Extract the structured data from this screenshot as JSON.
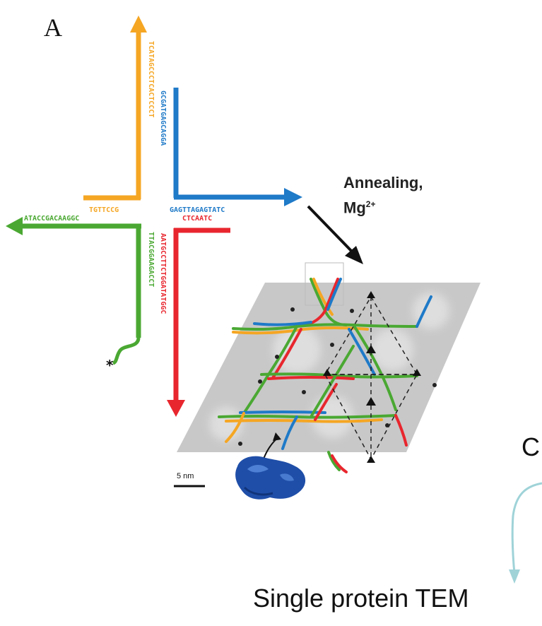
{
  "panel_label": "A",
  "annealing": {
    "line1": "Annealing,",
    "line2": "Mg",
    "superscript": "2+"
  },
  "scale_bar": "5 nm",
  "caption": "Single protein TEM",
  "partial_letter": "C",
  "strands": {
    "orange": {
      "color": "#f5a623",
      "seq_vertical": "TCATAGCCCTCACTCCCT",
      "seq_horizontal": "TGTTCCG"
    },
    "blue": {
      "color": "#1f7ac8",
      "seq_vertical": "GCGATGAGCAGGA",
      "seq_horizontal": "GAGTTAGAGTATC"
    },
    "green": {
      "color": "#4aa832",
      "seq_horizontal": "ATACCGACAAGGC",
      "seq_vertical": "TTACGGAAGACCT"
    },
    "red": {
      "color": "#e8262e",
      "seq_horizontal": "CTCAATC",
      "seq_vertical": "AATGCCTTCTGGATATGGC"
    }
  },
  "colors": {
    "lattice_bg": "#c8c8c8",
    "protein": "#1f4ea8",
    "curved_arrow": "#9fd3d8"
  }
}
